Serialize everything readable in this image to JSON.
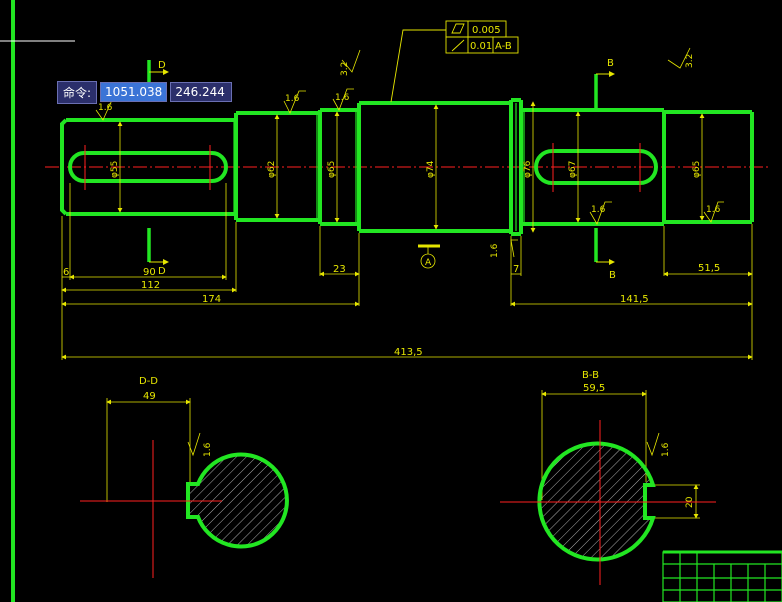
{
  "command": {
    "label": "命令:",
    "x_value": "1051.038",
    "y_value": "246.244"
  },
  "colors": {
    "outline": "#22e622",
    "dimension": "#e6e600",
    "center": "#ff2020",
    "background": "#000000",
    "border": "#22e622"
  },
  "section_marks": {
    "d_top": "D",
    "d_bottom": "D",
    "b_top": "B",
    "b_bottom": "B"
  },
  "diameters": {
    "d55": "φ55",
    "d62": "φ62",
    "d65a": "φ65",
    "d74": "φ74",
    "d76": "φ76",
    "d67": "φ67",
    "d65b": "φ65"
  },
  "lengths": {
    "l6": "6",
    "l90": "90",
    "l112": "112",
    "l174": "174",
    "l23": "23",
    "l7": "7",
    "l515": "51,5",
    "l1415": "141,5",
    "l4135": "413,5"
  },
  "roughness": {
    "r32a": "3.2",
    "r16a": "1.6",
    "r16b": "1.6",
    "r16c": "1.6",
    "r32b": "3.2",
    "r16d": "1.6",
    "r16e": "1.6",
    "r16f": "1.6",
    "r16g": "1.6",
    "r16h": "1.6"
  },
  "tolerance": {
    "row1_value": "0.005",
    "row2_value": "0.01",
    "row2_datum": "A-B"
  },
  "datum": {
    "label": "A"
  },
  "section_dd": {
    "title": "D-D",
    "width": "49"
  },
  "section_bb": {
    "title": "B-B",
    "width": "59,5",
    "keyway": "20"
  }
}
